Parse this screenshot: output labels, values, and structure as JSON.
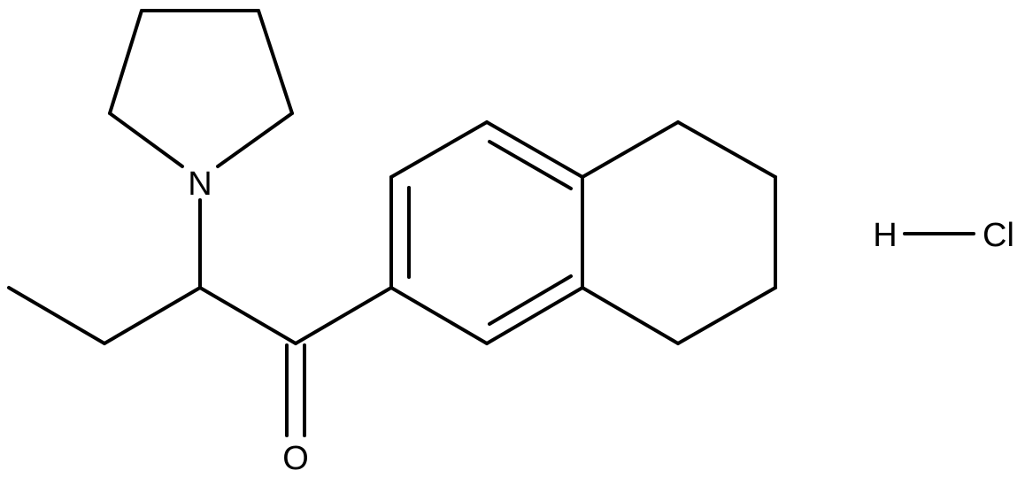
{
  "atoms": {
    "nitrogen": "N",
    "oxygen": "O",
    "hydrogen": "H",
    "chlorine": "Cl"
  },
  "colors": {
    "bond": "#000000",
    "label": "#000000",
    "background": "#ffffff"
  }
}
